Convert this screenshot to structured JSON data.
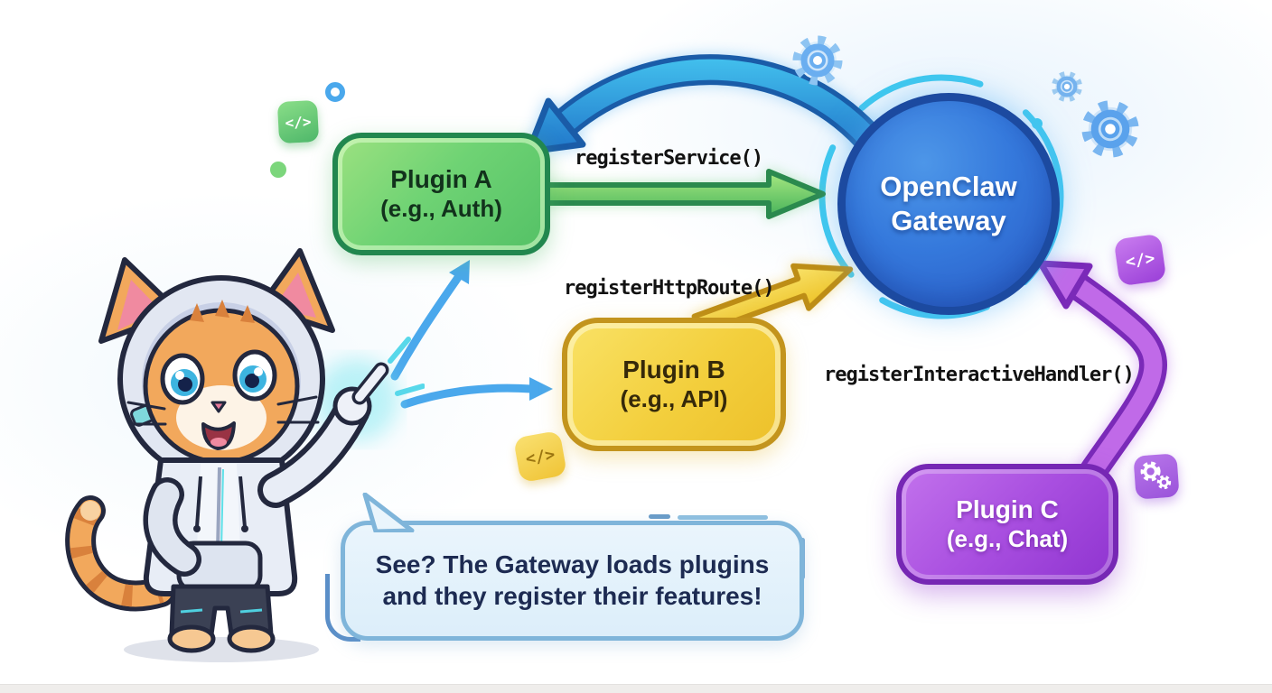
{
  "diagram": {
    "gateway": {
      "line1": "OpenClaw",
      "line2": "Gateway"
    },
    "plugins": [
      {
        "title": "Plugin A",
        "subtitle": "(e.g., Auth)"
      },
      {
        "title": "Plugin B",
        "subtitle": "(e.g., API)"
      },
      {
        "title": "Plugin C",
        "subtitle": "(e.g., Chat)"
      }
    ],
    "calls": [
      {
        "label": "registerService()"
      },
      {
        "label": "registerHttpRoute()"
      },
      {
        "label": "registerInteractiveHandler()"
      }
    ],
    "speech_bubble": {
      "line1": "See? The Gateway loads plugins",
      "line2": "and they register their features!"
    },
    "mascot": "cat-mascot"
  },
  "icons": {
    "code_glyph": "</>"
  },
  "colors": {
    "plugin_a": "#5fc76a",
    "plugin_b": "#f2cf3d",
    "plugin_c": "#a24fd8",
    "gateway": "#2f6fd0",
    "gateway_ring": "#3ec8ee",
    "arrow_blue": "#2e8fd8",
    "arrow_green": "#55bd5f",
    "arrow_yellow": "#f2cf3f",
    "arrow_purple": "#b75fe2",
    "arrow_sky": "#4aa8ec",
    "bubble_border": "#7fb5da",
    "bubble_text": "#1d2b52"
  }
}
